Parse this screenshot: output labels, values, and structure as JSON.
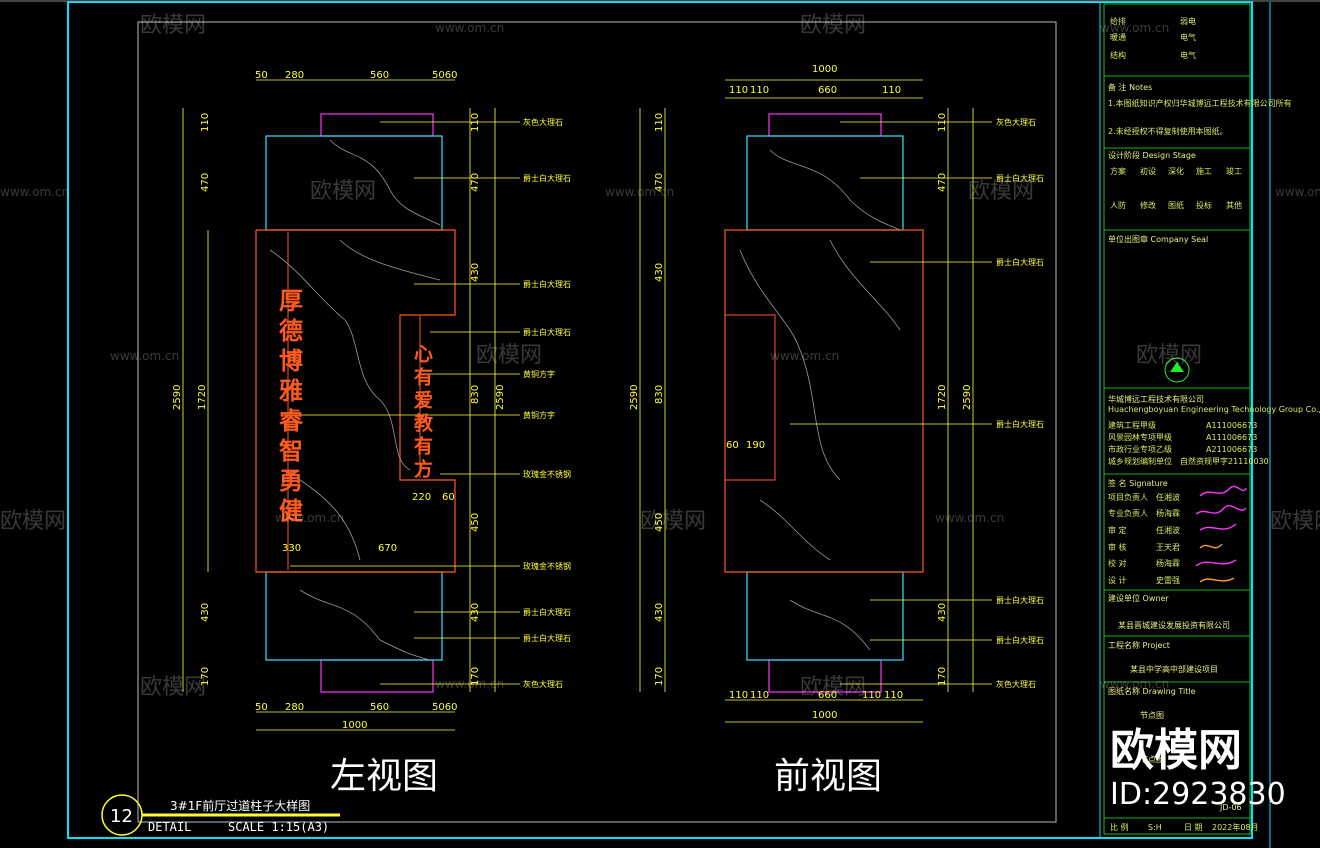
{
  "left_view": {
    "title": "左视图",
    "top_dims": [
      "50",
      "280",
      "560",
      "5060"
    ],
    "top_dims_x": [
      260,
      293,
      378,
      440
    ],
    "bottom_dims": [
      "50",
      "280",
      "560",
      "5060",
      "1000"
    ],
    "inner_dims": [
      "220",
      "60",
      "330",
      "670"
    ],
    "left_total_dims": [
      "2590",
      "1720"
    ],
    "right_dims": [
      "110",
      "470",
      "430",
      "830",
      "2590",
      "450",
      "430",
      "170"
    ],
    "labels": [
      "灰色大理石",
      "爵士白大理石",
      "爵士白大理石",
      "爵士白大理石",
      "黄铜方字",
      "黄铜方字",
      "玫瑰金不锈钢",
      "玫瑰金不锈钢",
      "爵士白大理石",
      "爵士白大理石",
      "灰色大理石"
    ],
    "slogan_main": "厚德博雅睿智勇健",
    "slogan_side": "心有爱教有方"
  },
  "front_view": {
    "title": "前视图",
    "top_dims": [
      "1000",
      "110",
      "110",
      "660",
      "110"
    ],
    "bottom_dims": [
      "110",
      "110",
      "660",
      "110",
      "110",
      "1000"
    ],
    "inner_dims": [
      "60",
      "190"
    ],
    "left_dims": [
      "110",
      "470",
      "430",
      "830",
      "2590",
      "450",
      "430",
      "170"
    ],
    "right_dims": [
      "110",
      "470",
      "1720",
      "2590",
      "430",
      "170"
    ],
    "labels": [
      "灰色大理石",
      "爵士白大理石",
      "爵士白大理石",
      "爵士白大理石",
      "爵士白大理石",
      "爵士白大理石",
      "灰色大理石"
    ]
  },
  "detail": {
    "number": "12",
    "title": "3#1F前厅过道柱子大样图",
    "detail_label": "DETAIL",
    "scale": "SCALE 1:15(A3)"
  },
  "title_block": {
    "top_rows": [
      [
        "给排",
        "弱电",
        ""
      ],
      [
        "暖通",
        "电气",
        ""
      ],
      [
        "结构",
        "电气",
        ""
      ]
    ],
    "notes_header": "备 注 Notes",
    "notes": [
      "1.本图纸知识产权归华城博远工程技术有限公司所有",
      "2.未经授权不得复制使用本图纸。"
    ],
    "stage_header": "设计阶段 Design Stage",
    "stage_row1": [
      "方案",
      "初设",
      "深化",
      "施工",
      "竣工"
    ],
    "stage_row2": [
      "人防",
      "修改",
      "图纸",
      "投标",
      "其他"
    ],
    "seal_header": "单位出图章 Company Seal",
    "company": "华城博远工程技术有限公司",
    "company_en": "Huachengboyuan Engineering Technology Group Co.,Ltd.",
    "certs": [
      [
        "建筑工程甲级",
        "A111006673"
      ],
      [
        "风景园林专项甲级",
        "A111006673"
      ],
      [
        "市政行业专项乙级",
        "A211006673"
      ],
      [
        "城乡规划编制单位",
        "自然资规甲字21110030"
      ]
    ],
    "sign_header": "签 名 Signature",
    "signers": [
      [
        "项目负责人",
        "任湘波"
      ],
      [
        "专业负责人",
        "杨海霖"
      ],
      [
        "审 定",
        "任湘波"
      ],
      [
        "审 核",
        "王天君"
      ],
      [
        "校 对",
        "杨海霖"
      ],
      [
        "设 计",
        "史雷强"
      ]
    ],
    "client_header": "建设单位 Owner",
    "client": "某县晋城建设发展投资有限公司",
    "project_header": "工程名称 Project",
    "project": "某县中学高中部建设项目",
    "drawing_header": "图纸名称 Drawing Title",
    "drawing_titles": [
      "节点图",
      "节点图"
    ],
    "drawing_no": "JD-06",
    "bottom": [
      "比 例",
      "S:H",
      "日 期",
      "2022年08月"
    ]
  },
  "watermark": {
    "brand": "欧模网",
    "url": "www.om.cn",
    "id": "ID:2923830"
  },
  "colors": {
    "frame": "#00e5ff",
    "dim": "#ffff33",
    "magenta": "#ff33ff",
    "cyan": "#33e5ff",
    "orange": "#ff5a1e",
    "white_lines": "#cfcfcf",
    "title_green": "#22ee22"
  }
}
